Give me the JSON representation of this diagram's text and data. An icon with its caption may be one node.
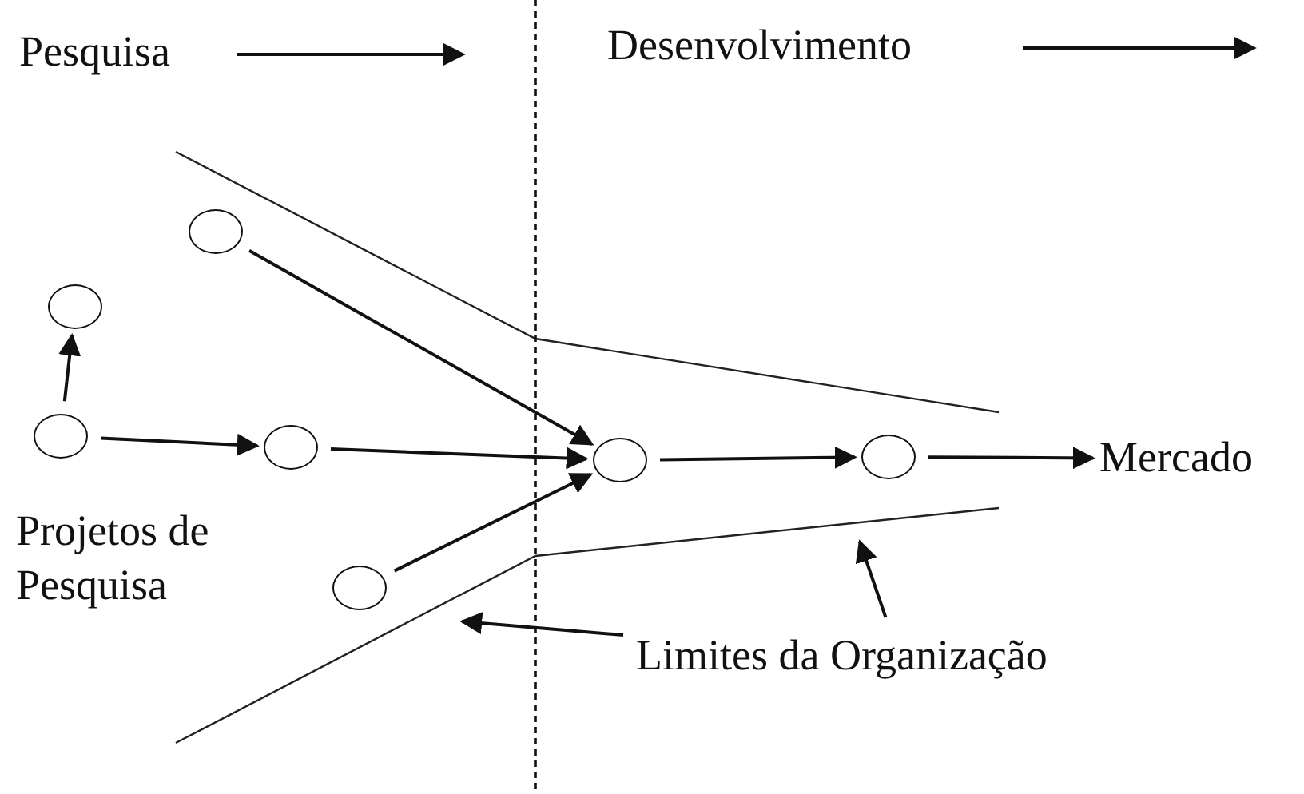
{
  "diagram": {
    "nodes": [
      {
        "text": [],
        "shape": "circle"
      },
      {
        "text": [],
        "shape": "circle"
      },
      {
        "text": [],
        "shape": "circle",
        "beside": [
          "Projetos de Pesquisa"
        ]
      },
      {
        "text": [],
        "shape": "circle"
      },
      {
        "text": [],
        "shape": "circle"
      },
      {
        "text": [],
        "shape": "circle"
      },
      {
        "text": [],
        "shape": "circle"
      },
      {
        "text": [
          "Mercado"
        ]
      },
      {
        "text": [
          "Limites da Organização"
        ]
      }
    ],
    "edges": [
      {
        "from": 2,
        "to": 0,
        "arrow": "to"
      },
      {
        "from": 2,
        "to": 3,
        "arrow": "to"
      },
      {
        "from": 3,
        "to": 5,
        "arrow": "to"
      },
      {
        "from": 1,
        "to": 5,
        "arrow": "to"
      },
      {
        "from": 4,
        "to": 5,
        "arrow": "to"
      },
      {
        "from": 5,
        "to": 6,
        "arrow": "to"
      },
      {
        "from": 6,
        "to": 7,
        "arrow": "to"
      },
      {
        "from": 8,
        "to": null,
        "arrow": "to"
      },
      {
        "from": 8,
        "to": null,
        "arrow": "to"
      }
    ],
    "labels": [
      "Pesquisa",
      "Desenvolvimento"
    ]
  }
}
